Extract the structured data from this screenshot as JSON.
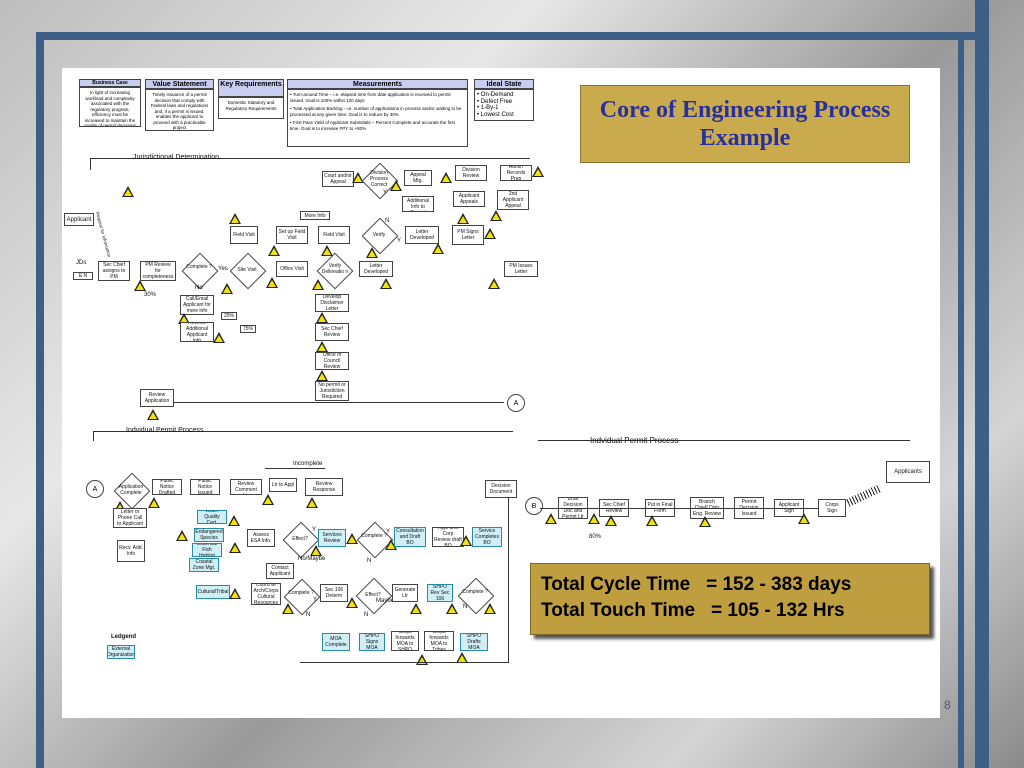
{
  "slide": {
    "title": "Core of Engineering Process Example",
    "page_number": "8",
    "totals": {
      "cycle_label": "Total Cycle Time",
      "cycle_value": "= 152 - 383 days",
      "touch_label": "Total Touch Time",
      "touch_value": "= 105 - 132 Hrs"
    }
  },
  "header": {
    "business_case": {
      "title": "Business Case",
      "text": "In light of increasing workload and complexity associated with the regulatory program, efficiency must be increased to maintain the quality of permit decisions"
    },
    "value_statement": {
      "title": "Value Statement",
      "text": "Timely issuance of a permit decision that comply with Federal laws and regulations and, if a permit is issued, enables the applicant to proceed with a practicable project"
    },
    "key_requirements": {
      "title": "Key Requirements",
      "text": "Domestic Statutory and Regulatory Requirements"
    },
    "measurements": {
      "title": "Measurements",
      "items": [
        "Turn-around Time – i.e. elapsed time from date application is received to permit issued. Goal is 100% within 120 days",
        "Total Application Backlog - i.e. number of applications in process and/or waiting to be processed at any given time. Goal is to reduce by 30%",
        "First Pass Yield of Applicant Submittals – Percent Complete and accurate the first time. Goal is to increase FPY to +80%"
      ]
    },
    "ideal_state": {
      "title": "Ideal State",
      "items": [
        "On-Demand",
        "Defect Free",
        "1-By-1",
        "Lowest Cost"
      ]
    }
  },
  "jd": {
    "lane_label": "Jurisdictional Determination",
    "applicant": "Applicant",
    "jds": "JDs",
    "en": "E N",
    "side_text": "Request for information",
    "sec_chief": "Sec Chief assigns to PM",
    "pm_review": "PM Review for completeness",
    "complete_q": "Complete ?",
    "yes": "Yes",
    "no": "No",
    "pct30": "30%",
    "pct25": "25%",
    "pct75": "75%",
    "site_visit": "Site Visit",
    "call_email": "Call/Email Applicant for more info",
    "receive_info": "Receive Additional Applicant Info",
    "review_app": "Review Application",
    "field_visit": "Field Visit",
    "setup_field": "Set up Field Visit",
    "field_visit2": "Field Visit",
    "verify": "Verify",
    "more_info": "More Info",
    "letter_dev": "Letter Developed",
    "pm_signs": "PM Signs Letter",
    "office_visit": "Office Visit",
    "verify_delineation": "Verify Delineatio n",
    "letter_dev2": "Letter Developed",
    "pm_issues": "PM Issues Letter",
    "develop_disclaimer": "Develop Disclaimer Letter",
    "sec_chief_review": "Sec Chief Review",
    "office_counsel": "Office of Council Review",
    "no_permit": "No permit or Jurisdiction Required",
    "connector_a": "A",
    "court": "Court and/or Appeal",
    "division_process": "Division Process Correct",
    "appeal_mtg": "Appeal Mtg.",
    "division_review": "Division Review",
    "admin_records": "Admin Records Prep",
    "send_info": "Send Additional Info to District",
    "applicant_appeals": "Applicant Appeals",
    "second_appeal": "2nd Applicant Appeal",
    "y": "Y",
    "n": "N"
  },
  "ip": {
    "lane_label": "Indvidual Permit Process",
    "lane_label2": "Indvidual Permit Process",
    "incomplete": "Incomplete",
    "a": "A",
    "b": "B",
    "app_complete": "Application Complete",
    "public_notice_drafted": "Public Notice Drafted",
    "public_notice_issued": "Public Notice Issued",
    "corp_review": "Corp Review Comment Ltr",
    "ltr_to_appl": "Ltr to Appl",
    "review_response": "Review Response",
    "decision_doc": "Decision Document",
    "letter_phone": "Letter or Phone Call to Applicant",
    "recv_add_info": "Recv. Add. Info",
    "water_quality": "Water Quality Cert.",
    "endangered": "Endangered Species",
    "essential_fish": "Essential Fish Habitat",
    "coastal_zone": "Coastal Zone Mgt.",
    "cultural": "Cultural/Tribal",
    "assess_esa": "Assess ESA Info.",
    "effect_q": "Effect?",
    "services_review": "Services Review",
    "complete_q": "Complete ?",
    "consultation": "Consultation and Draft BO",
    "appl_corp_review": "Appl and Corp Review draft BO",
    "service_completes": "Service Completes BO",
    "no_maybe": "No/Maybe",
    "contact_applicant": "Contact Applicant",
    "coord_arch": "Coord w/ Arch/Corps Cultural Resources",
    "complete2": "Complete ?",
    "sec106": "Sec 106 Determ",
    "effect2": "Effect?",
    "maybe": "Maybe",
    "generate_ltr": "Generate Ltr",
    "shpo_rev": "SHPO Rev Sec 106",
    "complete3": "Complete ?",
    "moa_complete": "MOA Complete",
    "shpo_signs": "SHPO Signs MOA",
    "corps_fwd_shpo": "Corps forwards MOA to SHPO",
    "corps_fwd_tribes": "Corps forwards MOA to Tribes",
    "shpo_drafts": "SHPO Drafts MOA",
    "legend_title": "Ledgend",
    "legend_item": "External Organization",
    "y": "Y",
    "n": "N",
    "draft_decision": "Draft Decision Doc and Permit Ltr",
    "sec_chief_review": "Sec Chief Review",
    "put_final": "Put in Final Form",
    "branch_chief": "Branch Chief/ Distr Eng. Review",
    "permit_issued": "Permit Decision Issued",
    "applicant_sign": "Applicant Sign",
    "corps_sign": "Corps Sign",
    "applicants": "Applicants",
    "pct80": "80%"
  },
  "colors": {
    "frame": "#3d5f85",
    "title_box": "#c9ab4e",
    "title_text": "#2a2f9a",
    "cycle_box": "#bf9e3f",
    "header_blue": "#c9cdf0",
    "external_org": "#cfeef5"
  }
}
